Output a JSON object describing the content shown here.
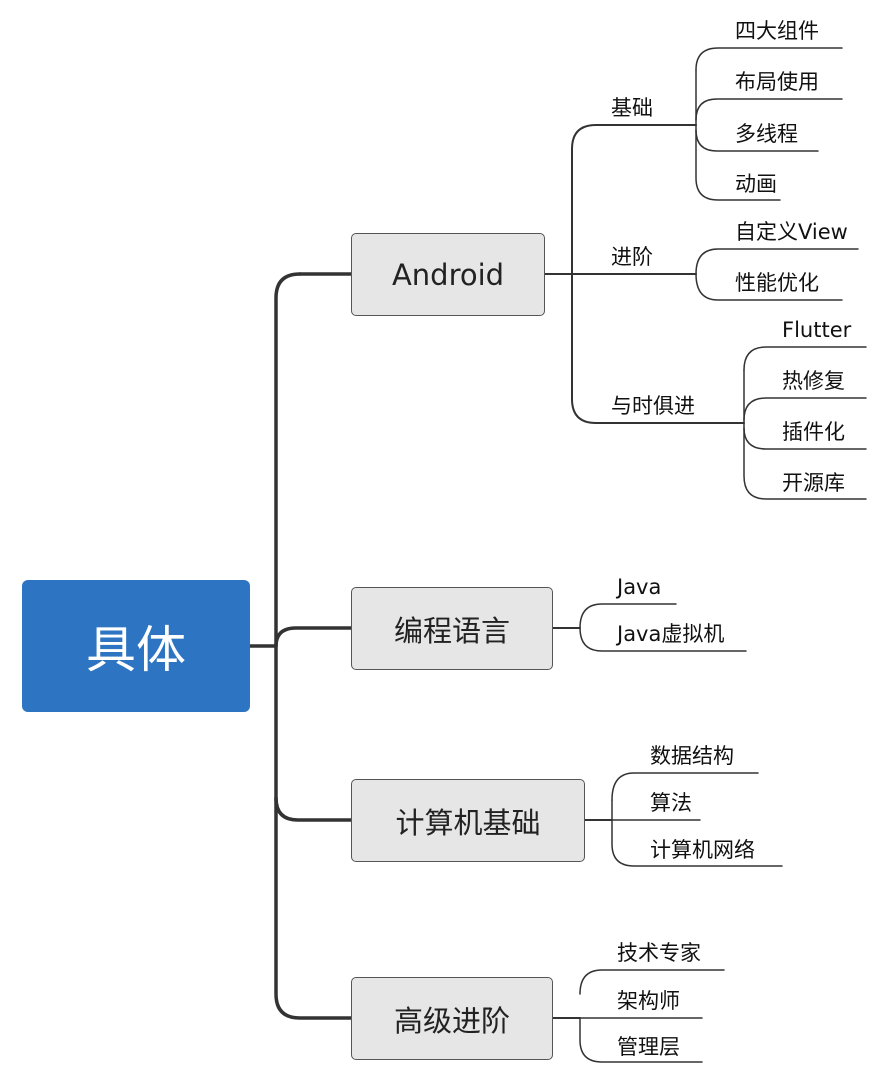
{
  "root": {
    "label": "具体"
  },
  "branches": [
    {
      "label": "Android",
      "groups": [
        {
          "label": "基础",
          "items": [
            "四大组件",
            "布局使用",
            "多线程",
            "动画"
          ]
        },
        {
          "label": "进阶",
          "items": [
            "自定义View",
            "性能优化"
          ]
        },
        {
          "label": "与时俱进",
          "items": [
            "Flutter",
            "热修复",
            "插件化",
            "开源库"
          ]
        }
      ]
    },
    {
      "label": "编程语言",
      "items": [
        "Java",
        "Java虚拟机"
      ]
    },
    {
      "label": "计算机基础",
      "items": [
        "数据结构",
        "算法",
        "计算机网络"
      ]
    },
    {
      "label": "高级进阶",
      "items": [
        "技术专家",
        "架构师",
        "管理层"
      ]
    }
  ],
  "colors": {
    "root_fill": "#2d75c2",
    "node_fill": "#e6e6e6",
    "line": "#333333"
  }
}
